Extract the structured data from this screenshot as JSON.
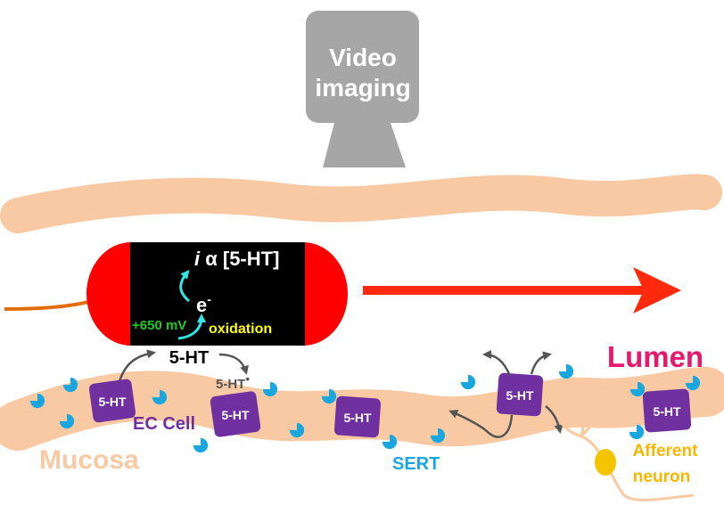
{
  "camera": {
    "label_line1": "Video",
    "label_line2": "imaging"
  },
  "electrode": {
    "current_italic": "i",
    "current_rest": " α [5-HT]",
    "electron": "e",
    "electron_charge": "-",
    "potential": "+650 mV",
    "reaction": "oxidation"
  },
  "molecules": {
    "released": "5-HT",
    "oxidized": "5-HT",
    "radical_dot": "•"
  },
  "ec_cells": [
    "5-HT",
    "5-HT",
    "5-HT",
    "5-HT",
    "5-HT"
  ],
  "labels": {
    "ec_cell": "EC Cell",
    "mucosa": "Mucosa",
    "lumen": "Lumen",
    "sert": "SERT",
    "afferent_line1": "Afferent",
    "afferent_line2": "neuron"
  },
  "colors": {
    "camera": "#a6a6a6",
    "tissue": "#f8c9a2",
    "electrode_body": "#000000",
    "electrode_tip": "#ff0000",
    "wire": "#e36c0a",
    "flow_arrow": "#ff2a0d",
    "ec_cell": "#7030a0",
    "sert": "#1aa7e0",
    "lumen_text": "#e6196e",
    "ec_label": "#7030a0",
    "afferent": "#f5b800",
    "electron_arrow": "#33e6e6",
    "potential_text": "#22cc22",
    "oxidation_text": "#ffff00",
    "release_arrow": "#555555"
  }
}
